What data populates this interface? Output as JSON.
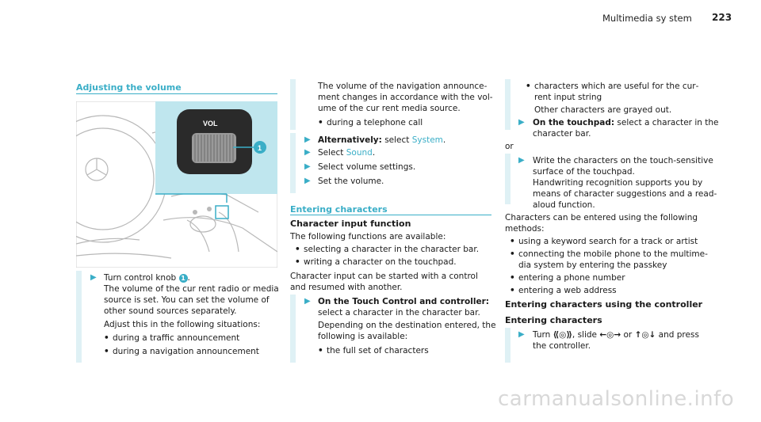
{
  "header": {
    "title": "Multimedia sy stem",
    "page_number": "223"
  },
  "left": {
    "title": "Adjusting the volume",
    "figure": {
      "vol_label": "VOL",
      "callout": "1"
    },
    "step1_a": "Turn control knob",
    "step1_callout": "1",
    "step1_b": ".",
    "p1_line1": "The volume of the cur rent radio or media",
    "p1_line2": "source is set. You can set the volume of",
    "p1_line3": "other sound sources separately.",
    "p2": "Adjust this in the following situations:",
    "bullet1": "during a traffic announcement",
    "bullet2": "during a navigation announcement"
  },
  "middle": {
    "cont_line1": "The volume of the navigation announce‐",
    "cont_line2": "ment changes in accordance with the vol‐",
    "cont_line3": "ume of the cur rent media source.",
    "bullet_tel": "during a telephone call",
    "alt_label": "Alternatively:",
    "alt_text": "select",
    "alt_link": "System",
    "alt_end": ".",
    "select_text": "Select",
    "select_link": "Sound",
    "select_end": ".",
    "step_vol_settings": "Select volume settings.",
    "step_set_volume": "Set the volume.",
    "section_title": "Entering characters",
    "subheading": "Character input function",
    "funcs_intro": "The following functions are available:",
    "func1": "selecting a character in the character bar.",
    "func2": "writing a character on the touchpad.",
    "input_line1": "Character input can be started with a control",
    "input_line2": "and resumed with another.",
    "touch_label": "On the Touch Control and controller:",
    "touch_line2": "select a character in the character bar.",
    "dep_line1": "Depending on the destination entered, the",
    "dep_line2": "following is available:",
    "full_set": "the full set of characters"
  },
  "right": {
    "useful_line1": "characters which are useful for the cur‐",
    "useful_line2": "rent input string",
    "other_chars": "Other characters are grayed out.",
    "touchpad_label": "On the touchpad:",
    "touchpad_text": "select a character in the",
    "touchpad_line2": "character bar.",
    "or": "or",
    "write_line1": "Write the characters on the touch-sensitive",
    "write_line2": "surface of the touchpad.",
    "hw_line1": "Handwriting recognition supports you by",
    "hw_line2": "means of character suggestions and a read-",
    "hw_line3": "aloud function.",
    "methods_line1": "Characters can be entered using the following",
    "methods_line2": "methods:",
    "m1": "using a keyword search for a track or artist",
    "m2_line1": "connecting the mobile phone to the multime‐",
    "m2_line2": "dia system by entering the passkey",
    "m3": "entering a phone number",
    "m4": "entering a web address",
    "sub_controller": "Entering characters using the controller",
    "sub_entering": "Entering characters",
    "turn_a": "Turn",
    "turn_glyph1": "⟪◎⟫",
    "turn_b": ", slide",
    "turn_glyph2": "←◎→",
    "turn_c": "or",
    "turn_glyph3": "↑◎↓",
    "turn_d": "and press",
    "turn_line2": "the controller."
  },
  "watermark": "carmanualsonline.info",
  "colors": {
    "accent": "#3aaec7",
    "bar": "#dff1f5"
  },
  "icons": {
    "step": "triangle-right-icon",
    "bullet": "bullet-dot-icon"
  }
}
